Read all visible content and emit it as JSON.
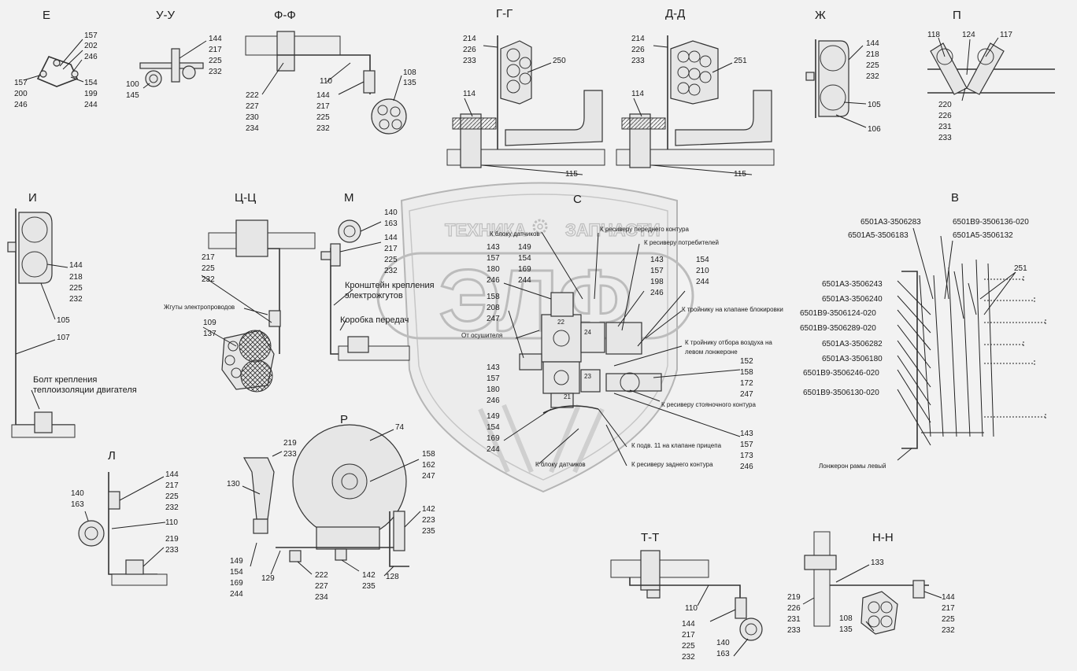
{
  "watermark": {
    "left": "ТЕХНИКА",
    "right": "ЗАПЧАСТИ",
    "big": "ЭЛФ"
  },
  "sections": {
    "E": "Е",
    "UU": "У-У",
    "FF": "Ф-Ф",
    "GG": "Г-Г",
    "DD": "Д-Д",
    "ZH": "Ж",
    "P": "П",
    "I": "И",
    "TSTS": "Ц-Ц",
    "M": "М",
    "C": "С",
    "V": "В",
    "L": "Л",
    "R": "Р",
    "TT": "Т-Т",
    "NN": "Н-Н"
  },
  "labels": {
    "e1": [
      "157",
      "202",
      "246"
    ],
    "e2": [
      "157",
      "200",
      "246"
    ],
    "e3": [
      "154",
      "199",
      "244"
    ],
    "uu1": [
      "144",
      "217",
      "225",
      "232"
    ],
    "uu2": [
      "100",
      "145"
    ],
    "ff1": [
      "222",
      "227",
      "230",
      "234"
    ],
    "ff_110": "110",
    "ff2": [
      "144",
      "217",
      "225",
      "232"
    ],
    "ff3": [
      "108",
      "135"
    ],
    "gg1": [
      "214",
      "226",
      "233"
    ],
    "gg_250": "250",
    "gg_114": "114",
    "gg_115": "115",
    "dd1": [
      "214",
      "226",
      "233"
    ],
    "dd_251": "251",
    "dd_114": "114",
    "dd_115": "115",
    "zh1": [
      "144",
      "218",
      "225",
      "232"
    ],
    "zh_105": "105",
    "zh_106": "106",
    "p_118": "118",
    "p_124": "124",
    "p_117": "117",
    "p1": [
      "220",
      "226",
      "231",
      "233"
    ],
    "i1": [
      "144",
      "218",
      "225",
      "232"
    ],
    "i_105": "105",
    "i_107": "107",
    "i_bolt": [
      "Болт крепления",
      "теплоизоляции двигателя"
    ],
    "ts1": [
      "217",
      "225",
      "232"
    ],
    "ts_harness": "Жгуты электропроводов",
    "ts2": [
      "109",
      "137"
    ],
    "m1": [
      "140",
      "163"
    ],
    "m2": [
      "144",
      "217",
      "225",
      "232"
    ],
    "m_bracket": [
      "Кронштейн крепления",
      "электрожгутов"
    ],
    "m_gearbox": "Коробка передач",
    "c_t1": "К блоку датчиков",
    "c_t2": "К ресиверу переднего контура",
    "c_t3": "К ресиверу потребителей",
    "c_a": [
      "143",
      "157",
      "180",
      "246"
    ],
    "c_b": [
      "149",
      "154",
      "169",
      "244"
    ],
    "c_c": [
      "143",
      "157",
      "198",
      "246"
    ],
    "c_d": [
      "154",
      "210",
      "244"
    ],
    "c_e": [
      "158",
      "208",
      "247"
    ],
    "c_dryer": "От осушителя",
    "c_block": "К тройнику на клапане блокировки",
    "c_tee": [
      "К тройнику отбора воздуха на",
      "левом лонжероне"
    ],
    "c_f": [
      "143",
      "157",
      "180",
      "246"
    ],
    "c_g": [
      "152",
      "158",
      "172",
      "247"
    ],
    "c_park": "К ресиверу стояночного контура",
    "c_h": [
      "149",
      "154",
      "169",
      "244"
    ],
    "c_i": [
      "143",
      "157",
      "173",
      "246"
    ],
    "c_trailer": "К подв. 11 на клапане прицепа",
    "c_rear": "К ресиверу заднего контура",
    "c_sens2": "К блоку датчиков",
    "c_nums": [
      "22",
      "24",
      "23",
      "21"
    ],
    "v_left": [
      "6501A3-3506283",
      "6501A5-3506183",
      "6501A3-3506243",
      "6501A3-3506240",
      "6501B9-3506124-020",
      "6501B9-3506289-020",
      "6501A3-3506282",
      "6501A3-3506180",
      "6501B9-3506246-020",
      "6501B9-3506130-020"
    ],
    "v_right": [
      "6501B9-3506136-020",
      "6501A5-3506132",
      "251"
    ],
    "v_frame": "Лонжерон рамы левый",
    "l1": [
      "144",
      "217",
      "225",
      "232"
    ],
    "l2": [
      "140",
      "163"
    ],
    "l_110": "110",
    "l3": [
      "219",
      "233"
    ],
    "r1": [
      "219",
      "233"
    ],
    "r_74": "74",
    "r2": [
      "158",
      "162",
      "247"
    ],
    "r_130": "130",
    "r3": [
      "142",
      "223",
      "235"
    ],
    "r4": [
      "149",
      "154",
      "169",
      "244"
    ],
    "r_129": "129",
    "r5": [
      "222",
      "227",
      "234"
    ],
    "r6": [
      "142",
      "235"
    ],
    "r_128": "128",
    "tt_110": "110",
    "tt1": [
      "144",
      "217",
      "225",
      "232"
    ],
    "tt2": [
      "140",
      "163"
    ],
    "nn_133": "133",
    "nn1": [
      "219",
      "226",
      "231",
      "233"
    ],
    "nn2": [
      "108",
      "135"
    ],
    "nn3": [
      "144",
      "217",
      "225",
      "232"
    ]
  }
}
